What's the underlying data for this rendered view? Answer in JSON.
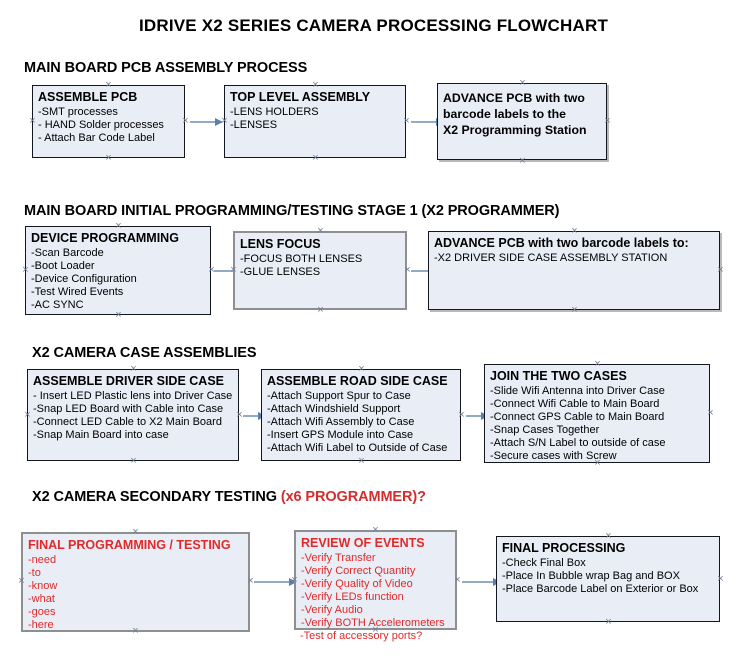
{
  "document": {
    "title": "IDRIVE X2  SERIES CAMERA PROCESSING FLOWCHART",
    "accent_red": "#df2b2b",
    "box_fill": "#e8edf6",
    "arrow_color": "#93aac4"
  },
  "sections": [
    {
      "id": "pcb-assembly",
      "heading": "MAIN BOARD PCB ASSEMBLY PROCESS",
      "heading_note": "",
      "boxes": [
        {
          "id": "assemble-pcb",
          "title": "ASSEMBLE PCB",
          "lines": [
            "-SMT processes",
            "- HAND Solder processes",
            "- Attach Bar Code Label"
          ]
        },
        {
          "id": "top-level-assembly",
          "title": "TOP LEVEL ASSEMBLY",
          "lines": [
            "-LENS HOLDERS",
            "-LENSES"
          ]
        },
        {
          "id": "advance-pcb-programming-station",
          "title": "",
          "lines": [
            "ADVANCE PCB with two",
            "barcode labels to the",
            " X2 Programming Station"
          ]
        }
      ]
    },
    {
      "id": "initial-programming",
      "heading": "MAIN BOARD INITIAL PROGRAMMING/TESTING STAGE 1 (X2 PROGRAMMER)",
      "heading_note": "",
      "boxes": [
        {
          "id": "device-programming",
          "title": "DEVICE PROGRAMMING",
          "lines": [
            "-Scan Barcode",
            "-Boot Loader",
            "-Device Configuration",
            "-Test Wired Events",
            "-AC SYNC"
          ]
        },
        {
          "id": "lens-focus",
          "title": "LENS FOCUS",
          "lines": [
            "-FOCUS BOTH LENSES",
            "-GLUE LENSES"
          ]
        },
        {
          "id": "advance-pcb-driver-side",
          "title": "ADVANCE PCB with two barcode labels to:",
          "lines": [
            "-X2 DRIVER  SIDE  CASE  ASSEMBLY STATION"
          ]
        }
      ]
    },
    {
      "id": "case-assemblies",
      "heading": "X2 CAMERA CASE ASSEMBLIES",
      "heading_note": "",
      "boxes": [
        {
          "id": "assemble-driver-side-case",
          "title": "ASSEMBLE DRIVER SIDE CASE",
          "lines": [
            "- Insert LED Plastic lens into Driver Case",
            "-Snap LED Board with Cable into Case",
            "-Connect LED Cable to X2 Main Board",
            "-Snap Main Board into case"
          ]
        },
        {
          "id": "assemble-road-side-case",
          "title": "ASSEMBLE ROAD SIDE CASE",
          "lines": [
            "-Attach Support Spur to Case",
            "-Attach Windshield Support",
            "-Attach Wifi Assembly to Case",
            "-Insert GPS Module into Case",
            "-Attach Wifi Label to Outside of Case"
          ]
        },
        {
          "id": "join-the-two-cases",
          "title": "JOIN THE TWO CASES",
          "lines": [
            "-Slide Wifi Antenna into Driver Case",
            "-Connect Wifi Cable to Main Board",
            "-Connect GPS Cable to Main Board",
            "-Snap Cases Together",
            "-Attach S/N Label to outside of case",
            "-Secure cases with Screw"
          ]
        }
      ]
    },
    {
      "id": "secondary-testing",
      "heading": "X2 CAMERA SECONDARY TESTING ",
      "heading_note": "(x6 PROGRAMMER)?",
      "boxes": [
        {
          "id": "final-programming-testing",
          "title": "FINAL PROGRAMMING / TESTING",
          "lines": [
            "-need",
            "-to",
            "-know",
            "-what",
            "-goes",
            "-here"
          ]
        },
        {
          "id": "review-of-events",
          "title": "REVIEW OF EVENTS",
          "lines": [
            "-Verify Transfer",
            "-Verify Correct Quantity",
            "-Verify Quality of Video",
            "-Verify LEDs function",
            "-Verify Audio",
            "-Verify BOTH Accelerometers"
          ],
          "overflow_line": "-Test of accessory ports?"
        },
        {
          "id": "final-processing",
          "title": "FINAL PROCESSING",
          "lines": [
            " -Check Final Box",
            "-Place In Bubble wrap Bag and BOX",
            "-Place Barcode Label on Exterior or Box"
          ]
        }
      ]
    }
  ]
}
